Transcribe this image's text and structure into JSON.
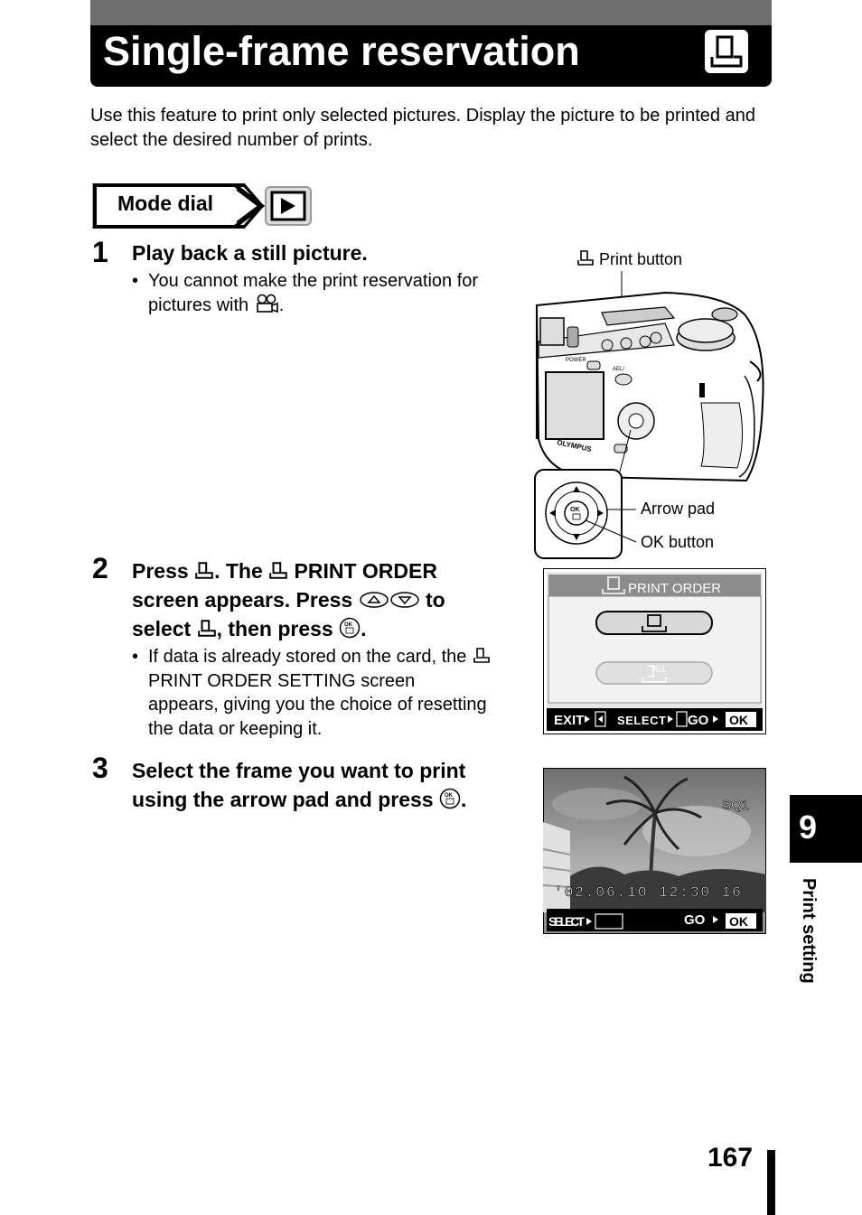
{
  "header": {
    "title": "Single-frame reservation"
  },
  "intro": "Use this feature to print only selected pictures. Display the picture to be printed and select the desired number of prints.",
  "mode_dial": {
    "label": "Mode dial"
  },
  "step1": {
    "number": "1",
    "heading": "Play back a still picture.",
    "bullet_a": "You cannot make the print reservation for",
    "bullet_b": "pictures with",
    "bullet_c": "."
  },
  "camera": {
    "print_button_label": "Print button",
    "arrow_pad_label": "Arrow pad",
    "ok_button_label": "OK button",
    "brand": "OLYMPUS",
    "power_label": "POWER",
    "ael_label": "AEL/",
    "ok_key": "OK"
  },
  "step2": {
    "number": "2",
    "h_press": "Press",
    "h_the": ". The",
    "h_print_order": "PRINT ORDER",
    "h_line2a": "screen appears. Press",
    "h_to": "to",
    "h_select": "select",
    "h_then": ", then press",
    "h_end": ".",
    "bullet_a": "If data is already stored on the card, the",
    "bullet_b": "PRINT ORDER SETTING screen",
    "bullet_c": "appears, giving you the choice of resetting",
    "bullet_d": "the data or keeping it."
  },
  "step3": {
    "number": "3",
    "line1": "Select the frame you want to print",
    "line2": "using the arrow pad and press",
    "end": "."
  },
  "lcd1": {
    "title": "PRINT ORDER",
    "all": "ALL",
    "exit": "EXIT",
    "select": "SELECT",
    "go": "GO",
    "ok": "OK"
  },
  "lcd2": {
    "quality": "SQ1",
    "datetime": "'02.06.10  12:30  16",
    "select": "SELECT",
    "go": "GO",
    "ok": "OK"
  },
  "tab": {
    "number": "9",
    "label": "Print setting"
  },
  "page_number": "167"
}
